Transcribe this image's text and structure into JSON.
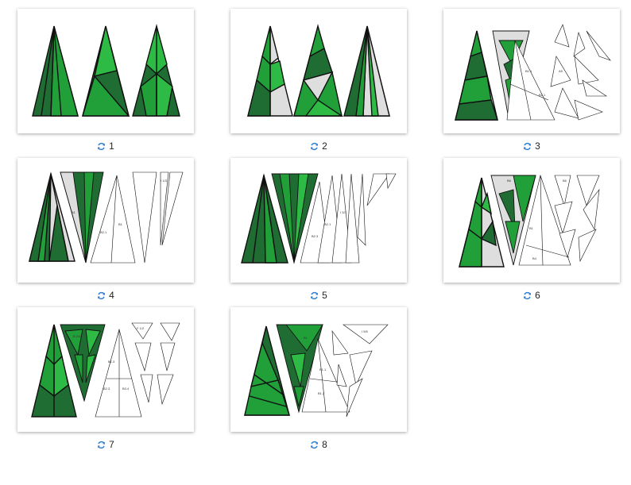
{
  "colors": {
    "dark_green": "#1f6d33",
    "mid_green": "#21a03a",
    "light_green": "#2dbb45",
    "gray": "#dedede",
    "outline": "#111111",
    "sync_icon": "#2f7fd6"
  },
  "items": [
    {
      "number": "1",
      "icon": "sync-icon"
    },
    {
      "number": "2",
      "icon": "sync-icon"
    },
    {
      "number": "3",
      "icon": "sync-icon"
    },
    {
      "number": "4",
      "icon": "sync-icon"
    },
    {
      "number": "5",
      "icon": "sync-icon"
    },
    {
      "number": "6",
      "icon": "sync-icon"
    },
    {
      "number": "7",
      "icon": "sync-icon"
    },
    {
      "number": "8",
      "icon": "sync-icon"
    }
  ]
}
